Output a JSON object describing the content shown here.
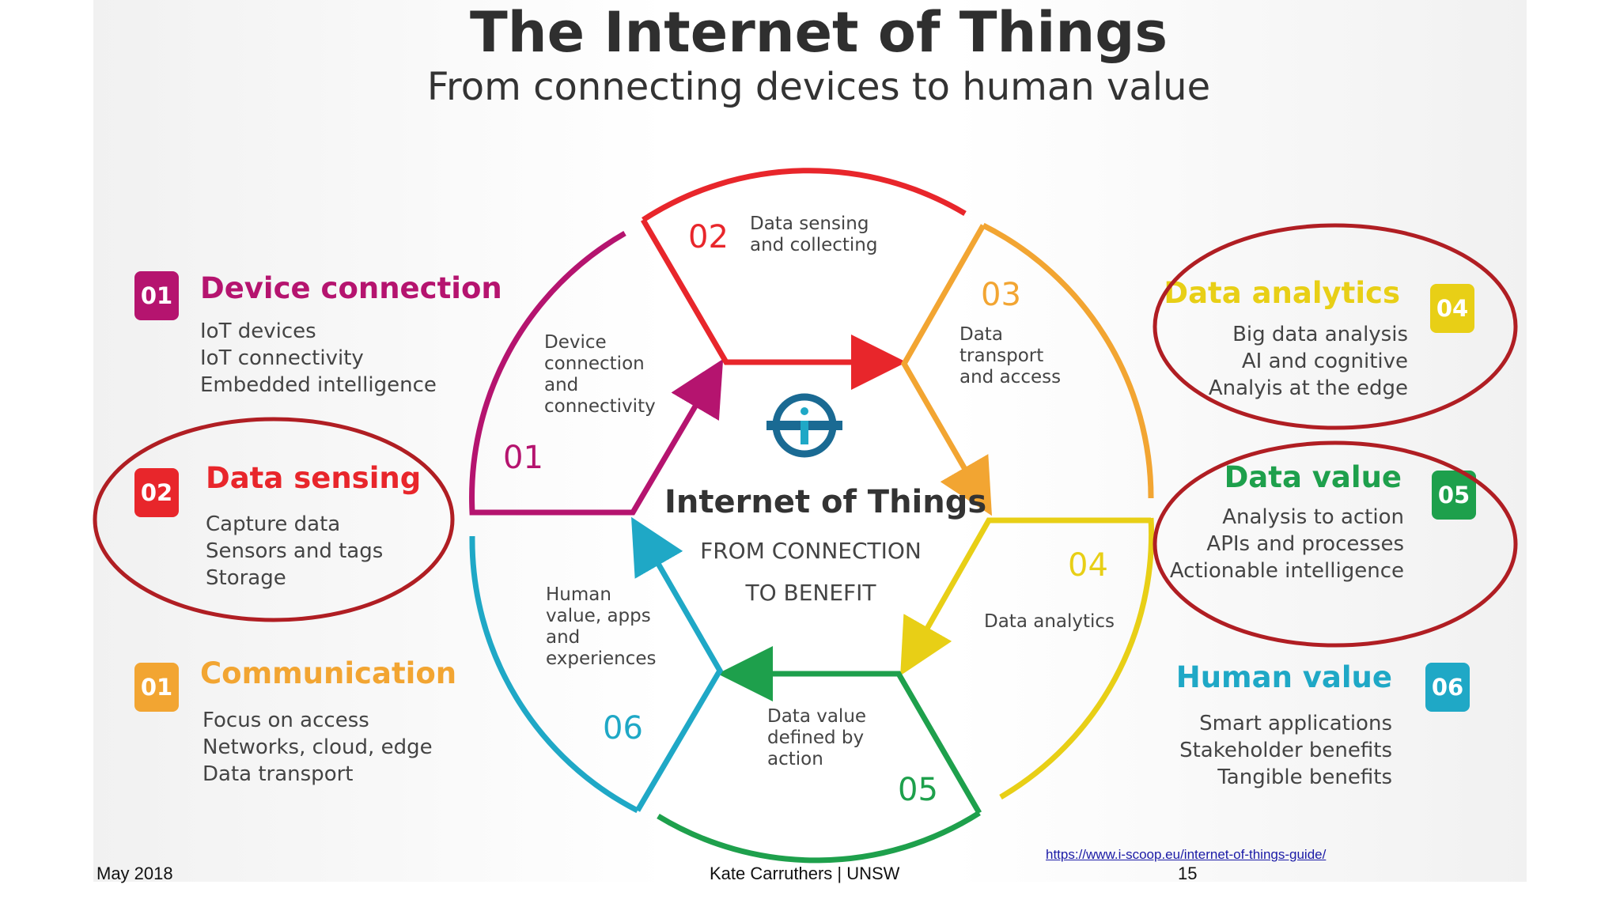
{
  "title": "The Internet of Things",
  "subtitle": "From connecting devices to human value",
  "center": {
    "title": "Internet of Things",
    "line1": "FROM CONNECTION",
    "line2": "TO BENEFIT"
  },
  "left_categories": [
    {
      "num": "01",
      "title": "Device connection",
      "color": "#b5146f",
      "lines": [
        "IoT devices",
        "IoT connectivity",
        "Embedded intelligence"
      ]
    },
    {
      "num": "02",
      "title": "Data sensing",
      "color": "#e8262b",
      "lines": [
        "Capture data",
        "Sensors and tags",
        "Storage"
      ]
    },
    {
      "num": "01",
      "title": "Communication",
      "color": "#f2a532",
      "lines": [
        "Focus on access",
        "Networks, cloud, edge",
        "Data transport"
      ]
    }
  ],
  "right_categories": [
    {
      "num": "04",
      "title": "Data analytics",
      "color": "#e8cf16",
      "lines": [
        "Big data analysis",
        "AI and cognitive",
        "Analyis at the edge"
      ]
    },
    {
      "num": "05",
      "title": "Data value",
      "color": "#1ea04c",
      "lines": [
        "Analysis to action",
        "APIs and processes",
        "Actionable intelligence"
      ]
    },
    {
      "num": "06",
      "title": "Human value",
      "color": "#1fa8c6",
      "lines": [
        "Smart applications",
        "Stakeholder benefits",
        "Tangible benefits"
      ]
    }
  ],
  "segments": [
    {
      "num": "01",
      "color": "#b5146f",
      "lines": [
        "Device",
        "connection",
        "and",
        "connectivity"
      ]
    },
    {
      "num": "02",
      "color": "#e8262b",
      "lines": [
        "Data sensing",
        "and collecting"
      ]
    },
    {
      "num": "03",
      "color": "#f2a532",
      "lines": [
        "Data",
        "transport",
        "and access"
      ]
    },
    {
      "num": "04",
      "color": "#e8cf16",
      "lines": [
        "Data analytics"
      ]
    },
    {
      "num": "05",
      "color": "#1ea04c",
      "lines": [
        "Data value",
        "defined by",
        "action"
      ]
    },
    {
      "num": "06",
      "color": "#1fa8c6",
      "lines": [
        "Human",
        "value, apps",
        "and",
        "experiences"
      ]
    }
  ],
  "highlight_color": "#b01e23",
  "footer": {
    "date": "May 2018",
    "author": "Kate Carruthers | UNSW",
    "page": "15",
    "source_link": "https://www.i-scoop.eu/internet-of-things-guide/"
  }
}
